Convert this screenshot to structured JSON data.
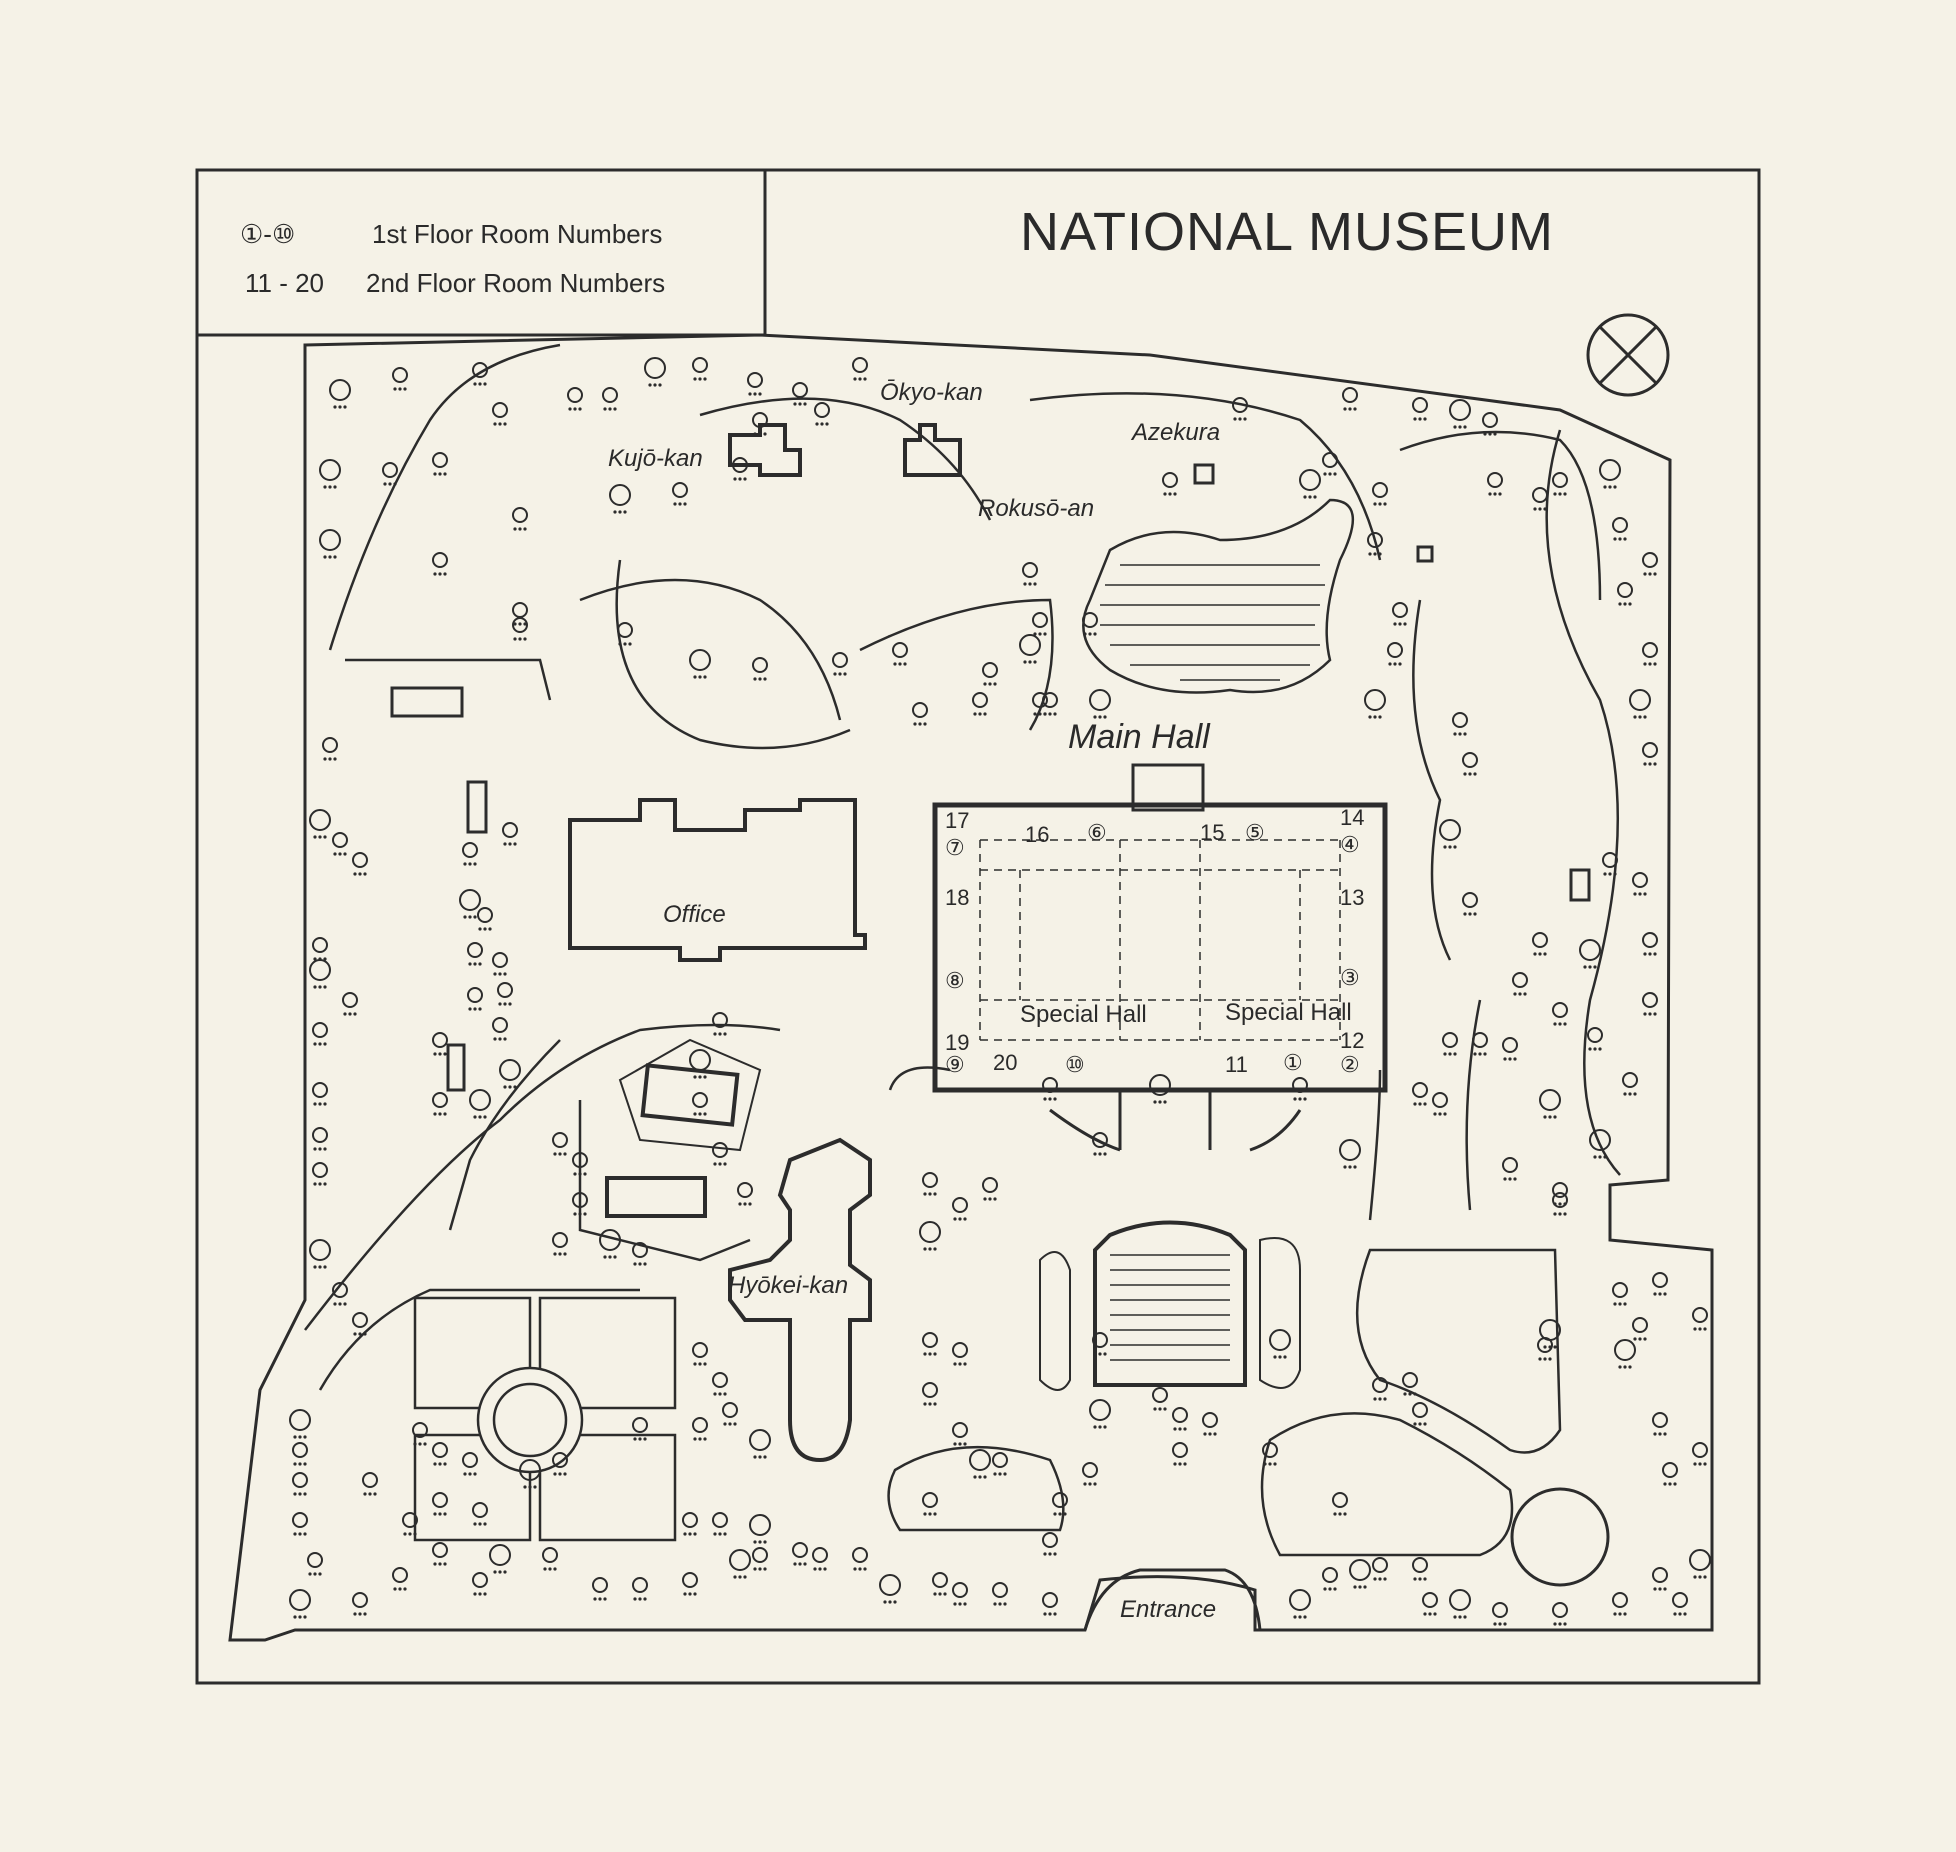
{
  "map": {
    "title": "NATIONAL MUSEUM",
    "legend": [
      {
        "symbol": "①-⑩",
        "text": "1st Floor Room Numbers"
      },
      {
        "symbol": "11 - 20",
        "text": "2nd Floor Room Numbers"
      }
    ],
    "places": {
      "okyo_kan": "Ōkyo-kan",
      "kujo_kan": "Kujō-kan",
      "azekura": "Azekura",
      "rokuso_an": "Rokusō-an",
      "main_hall": "Main Hall",
      "office": "Office",
      "hyokei_kan": "Hyōkei-kan",
      "entrance": "Entrance"
    },
    "main_hall_rooms": {
      "first_floor": [
        "①",
        "②",
        "③",
        "④",
        "⑤",
        "⑥",
        "⑦",
        "⑧",
        "⑨",
        "⑩"
      ],
      "second_floor": [
        "11",
        "12",
        "13",
        "14",
        "15",
        "16",
        "17",
        "18",
        "19",
        "20"
      ],
      "special_halls": [
        "Special Hall",
        "Special Hall"
      ]
    },
    "compass_icon": "compass-rose-icon",
    "tree_icon": "tree-icon"
  }
}
